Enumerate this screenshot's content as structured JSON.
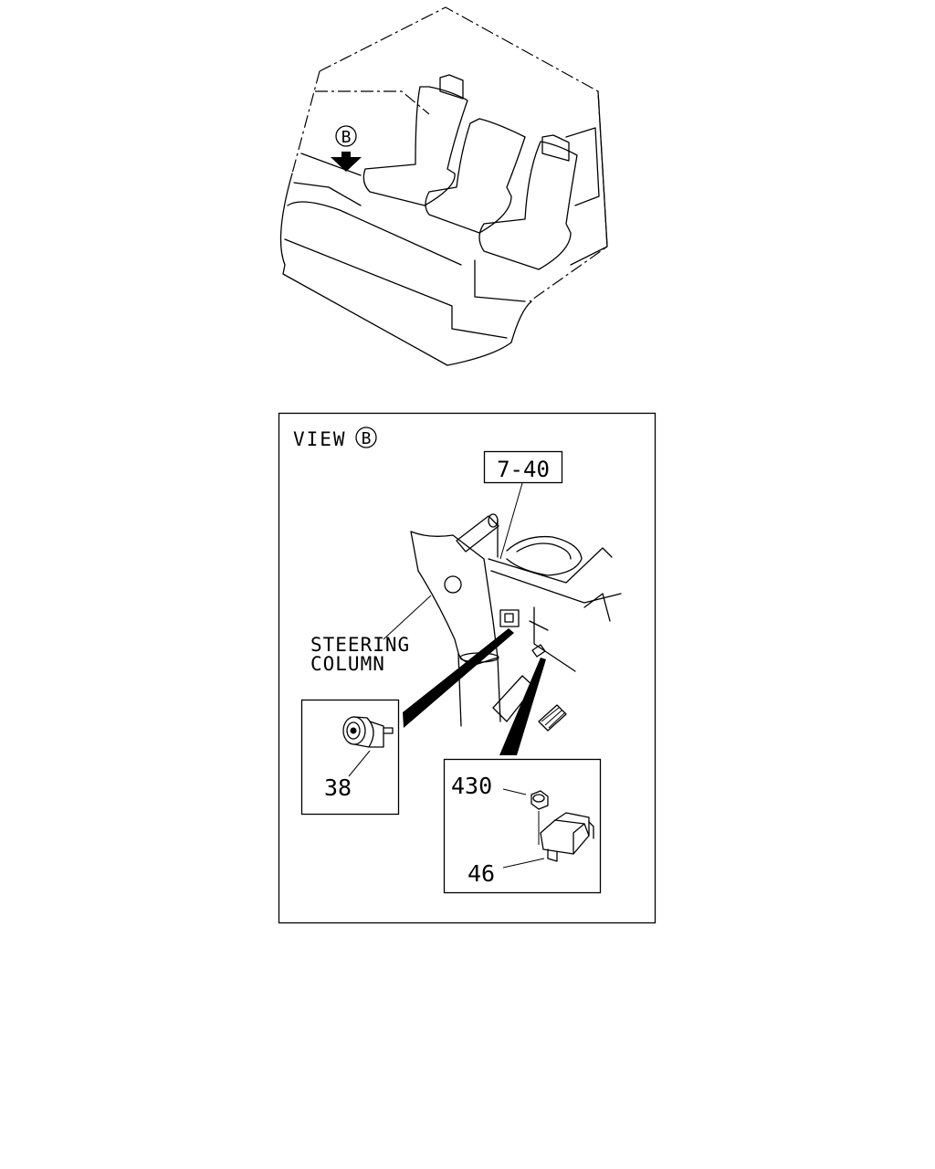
{
  "cab": {
    "view_marker": "B"
  },
  "detail": {
    "view_label": "VIEW",
    "view_marker": "B",
    "ref_box": "7-40",
    "steering_label_line1": "STEERING",
    "steering_label_line2": "COLUMN",
    "part_38": "38",
    "part_430": "430",
    "part_46": "46"
  }
}
